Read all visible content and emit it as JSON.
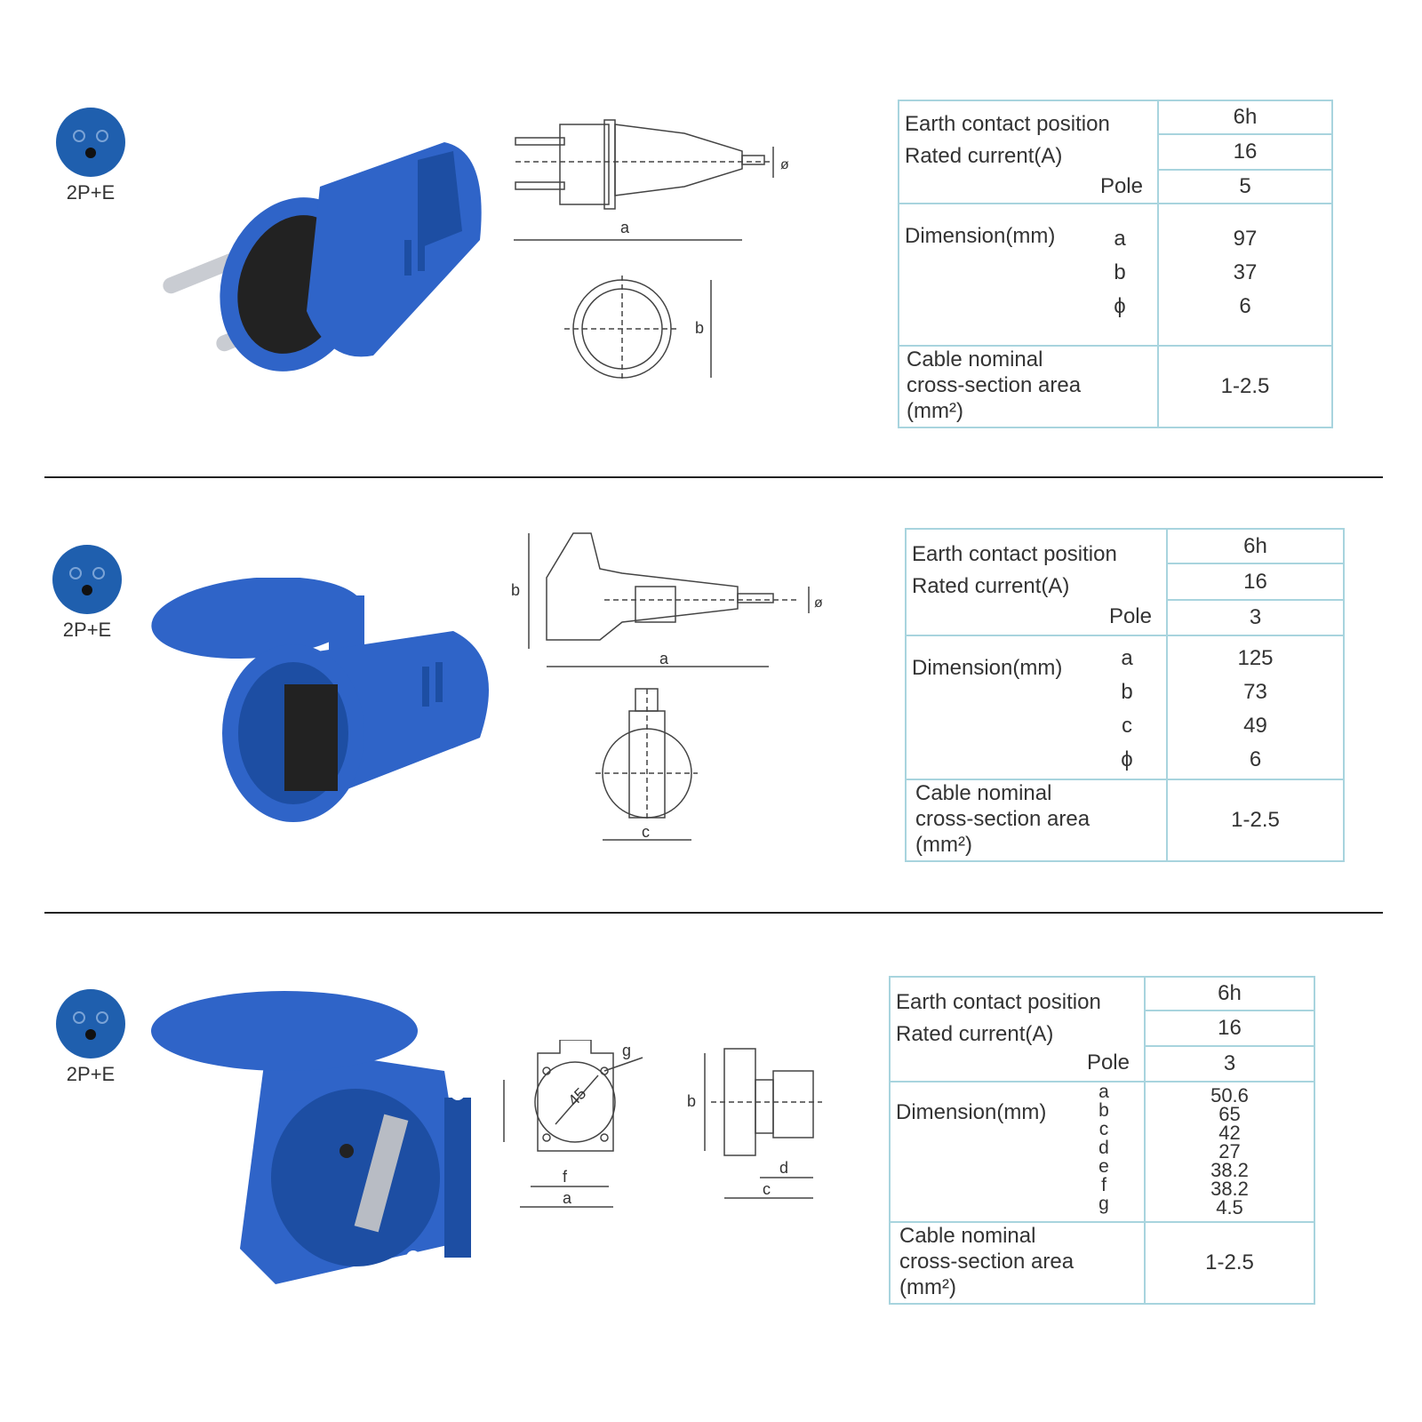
{
  "sections": [
    {
      "badge": "2P+E",
      "spec": {
        "earth_label": "Earth contact position",
        "earth_value": "6h",
        "rated_label": "Rated current(A)",
        "rated_value": "16",
        "pole_label": "Pole",
        "pole_value": "5",
        "dim_label": "Dimension(mm)",
        "dims": [
          {
            "letter": "a",
            "value": "97"
          },
          {
            "letter": "b",
            "value": "37"
          },
          {
            "letter": "ϕ",
            "value": "6"
          }
        ],
        "cable_label": [
          "Cable nominal",
          "cross-section area",
          "(mm²)"
        ],
        "cable_value": "1-2.5"
      },
      "drawing_labels": {
        "a": "a",
        "b": "b",
        "phi": "ø"
      }
    },
    {
      "badge": "2P+E",
      "spec": {
        "earth_label": "Earth contact position",
        "earth_value": "6h",
        "rated_label": "Rated current(A)",
        "rated_value": "16",
        "pole_label": "Pole",
        "pole_value": "3",
        "dim_label": "Dimension(mm)",
        "dims": [
          {
            "letter": "a",
            "value": "125"
          },
          {
            "letter": "b",
            "value": "73"
          },
          {
            "letter": "c",
            "value": "49"
          },
          {
            "letter": "ϕ",
            "value": "6"
          }
        ],
        "cable_label": [
          "Cable nominal",
          "cross-section area",
          "(mm²)"
        ],
        "cable_value": "1-2.5"
      },
      "drawing_labels": {
        "a": "a",
        "b": "b",
        "c": "c",
        "phi": "ø"
      }
    },
    {
      "badge": "2P+E",
      "spec": {
        "earth_label": "Earth contact position",
        "earth_value": "6h",
        "rated_label": "Rated current(A)",
        "rated_value": "16",
        "pole_label": "Pole",
        "pole_value": "3",
        "dim_label": "Dimension(mm)",
        "dims": [
          {
            "letter": "a",
            "value": "50.6"
          },
          {
            "letter": "b",
            "value": "65"
          },
          {
            "letter": "c",
            "value": "42"
          },
          {
            "letter": "d",
            "value": "27"
          },
          {
            "letter": "e",
            "value": "38.2"
          },
          {
            "letter": "f",
            "value": "38.2"
          },
          {
            "letter": "g",
            "value": "4.5"
          }
        ],
        "cable_label": [
          "Cable nominal",
          "cross-section area",
          "(mm²)"
        ],
        "cable_value": "1-2.5"
      },
      "drawing_labels": {
        "a": "a",
        "b": "b",
        "c": "c",
        "d": "d",
        "f": "f",
        "g": "g",
        "angle": "45"
      }
    }
  ],
  "colors": {
    "blue": "#2f64c8",
    "blue_dark": "#1d4ea3",
    "table_border": "#a8d4de",
    "badge": "#1f5fae"
  }
}
